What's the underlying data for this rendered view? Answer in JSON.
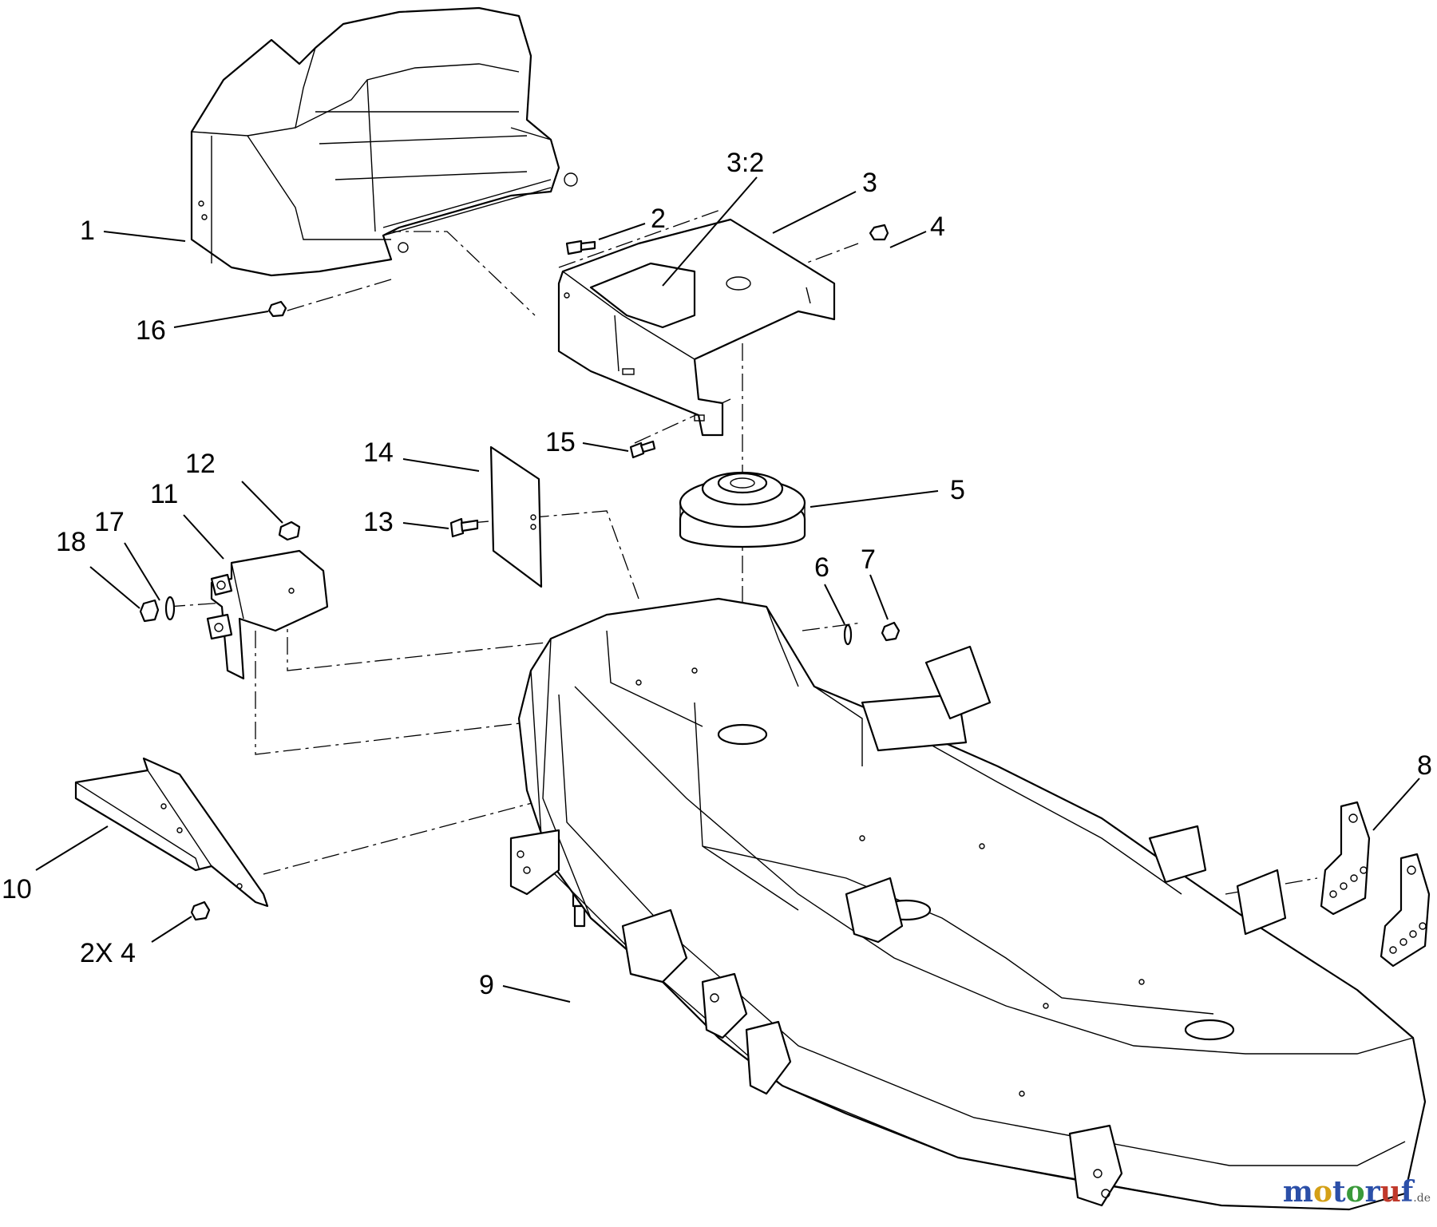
{
  "diagram": {
    "callouts": [
      {
        "id": "c1",
        "text": "1"
      },
      {
        "id": "c2",
        "text": "2"
      },
      {
        "id": "c32",
        "text": "3:2"
      },
      {
        "id": "c3",
        "text": "3"
      },
      {
        "id": "c4",
        "text": "4"
      },
      {
        "id": "c16",
        "text": "16"
      },
      {
        "id": "c15",
        "text": "15"
      },
      {
        "id": "c14",
        "text": "14"
      },
      {
        "id": "c13",
        "text": "13"
      },
      {
        "id": "c12",
        "text": "12"
      },
      {
        "id": "c11",
        "text": "11"
      },
      {
        "id": "c17",
        "text": "17"
      },
      {
        "id": "c18",
        "text": "18"
      },
      {
        "id": "c5",
        "text": "5"
      },
      {
        "id": "c6",
        "text": "6"
      },
      {
        "id": "c7",
        "text": "7"
      },
      {
        "id": "c8",
        "text": "8"
      },
      {
        "id": "c10",
        "text": "10"
      },
      {
        "id": "c2x4",
        "text": "2X 4"
      },
      {
        "id": "c9",
        "text": "9"
      }
    ]
  },
  "watermark": {
    "parts": [
      {
        "text": "m",
        "color": "#2b4fa8"
      },
      {
        "text": "o",
        "color": "#d4a017"
      },
      {
        "text": "t",
        "color": "#2b4fa8"
      },
      {
        "text": "o",
        "color": "#3a9a3a"
      },
      {
        "text": "r",
        "color": "#2b4fa8"
      },
      {
        "text": "u",
        "color": "#c0392b"
      },
      {
        "text": "f",
        "color": "#2b4fa8"
      }
    ],
    "suffix": ".de"
  }
}
